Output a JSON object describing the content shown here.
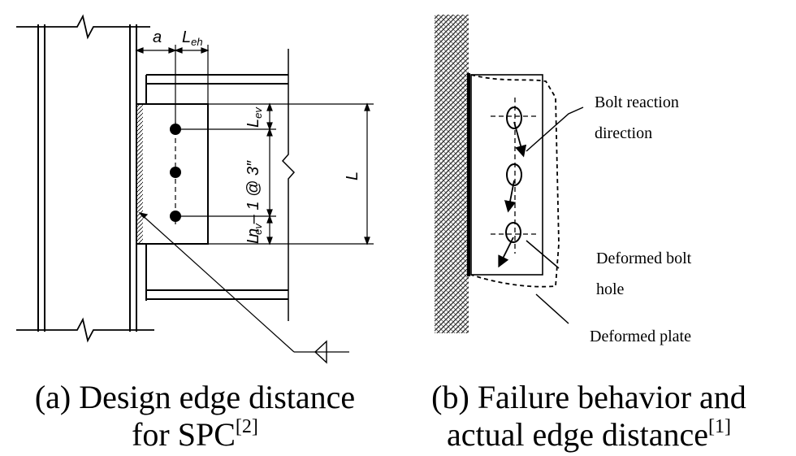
{
  "panel_a": {
    "label_a": "a",
    "label_leh_main": "L",
    "label_leh_sub": "eh",
    "label_lev_main": "L",
    "label_lev_sub": "ev",
    "label_pitch": "n – 1 @ 3″",
    "label_L": "L",
    "caption_line1": "(a)  Design  edge  distance",
    "caption_line2": "for  SPC",
    "caption_ref": "[2]"
  },
  "panel_b": {
    "annotation_bolt_reaction_1": "Bolt reaction",
    "annotation_bolt_reaction_2": "direction",
    "annotation_deformed_hole_1": "Deformed bolt",
    "annotation_deformed_hole_2": "hole",
    "annotation_deformed_plate": "Deformed plate",
    "caption_line1": "(b)  Failure  behavior  and",
    "caption_line2": "actual  edge  distance",
    "caption_ref": "[1]"
  }
}
